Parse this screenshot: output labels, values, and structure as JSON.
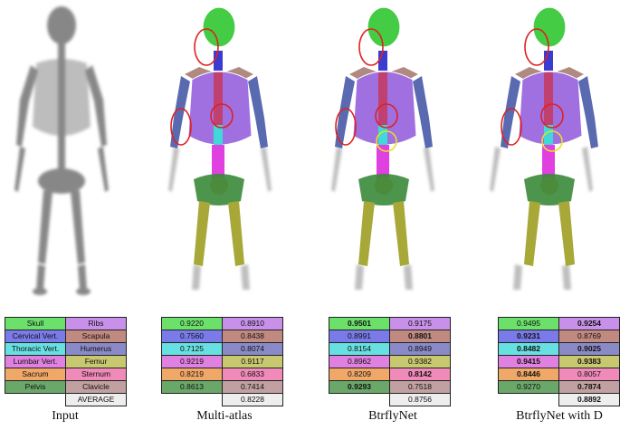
{
  "captions": [
    "Input",
    "Multi-atlas",
    "BtrflyNet",
    "BtrflyNet with D"
  ],
  "legend": {
    "rows": [
      {
        "left": "Skull",
        "right": "Ribs"
      },
      {
        "left": "Cervical Vert.",
        "right": "Scapula"
      },
      {
        "left": "Thoracic Vert.",
        "right": "Humerus"
      },
      {
        "left": "Lumbar Vert.",
        "right": "Femur"
      },
      {
        "left": "Sacrum",
        "right": "Sternum"
      },
      {
        "left": "Pelvis",
        "right": "Clavicle"
      }
    ],
    "average_label": "AVERAGE"
  },
  "colors": {
    "left": [
      "#6be06b",
      "#7a7ae8",
      "#66e0e0",
      "#e080e0",
      "#f0a868",
      "#6aa86a"
    ],
    "right": [
      "#c890e8",
      "#c08a80",
      "#8a8ac8",
      "#c8c870",
      "#f08ab8",
      "#c0a0a0"
    ],
    "average": "#eeeeee"
  },
  "tables": [
    {
      "name": "Multi-atlas",
      "rows": [
        {
          "left": "0.9220",
          "right": "0.8910"
        },
        {
          "left": "0.7560",
          "right": "0.8438"
        },
        {
          "left": "0.7125",
          "right": "0.8074"
        },
        {
          "left": "0.9219",
          "right": "0.9117"
        },
        {
          "left": "0.8219",
          "right": "0.6833"
        },
        {
          "left": "0.8613",
          "right": "0.7414"
        }
      ],
      "average": "0.8228"
    },
    {
      "name": "BtrflyNet",
      "rows": [
        {
          "left": "0.9501",
          "right": "0.9175"
        },
        {
          "left": "0.8991",
          "right": "0.8801"
        },
        {
          "left": "0.8154",
          "right": "0.8949"
        },
        {
          "left": "0.8962",
          "right": "0.9382"
        },
        {
          "left": "0.8209",
          "right": "0.8142"
        },
        {
          "left": "0.9293",
          "right": "0.7518"
        }
      ],
      "average": "0.8756"
    },
    {
      "name": "BtrflyNet with D",
      "rows": [
        {
          "left": "0.9495",
          "right": "0.9254"
        },
        {
          "left": "0.9231",
          "right": "0.8769"
        },
        {
          "left": "0.8482",
          "right": "0.9025"
        },
        {
          "left": "0.9415",
          "right": "0.9383"
        },
        {
          "left": "0.8446",
          "right": "0.8057"
        },
        {
          "left": "0.9270",
          "right": "0.7874"
        }
      ],
      "average": "0.8892"
    }
  ],
  "bold": {
    "BtrflyNet": [
      "0.9501",
      "0.8801",
      "0.8142",
      "0.9293"
    ],
    "BtrflyNet with D": [
      "0.9254",
      "0.9231",
      "0.8482",
      "0.9025",
      "0.9415",
      "0.9383",
      "0.8446",
      "0.7874",
      "0.8892"
    ]
  }
}
